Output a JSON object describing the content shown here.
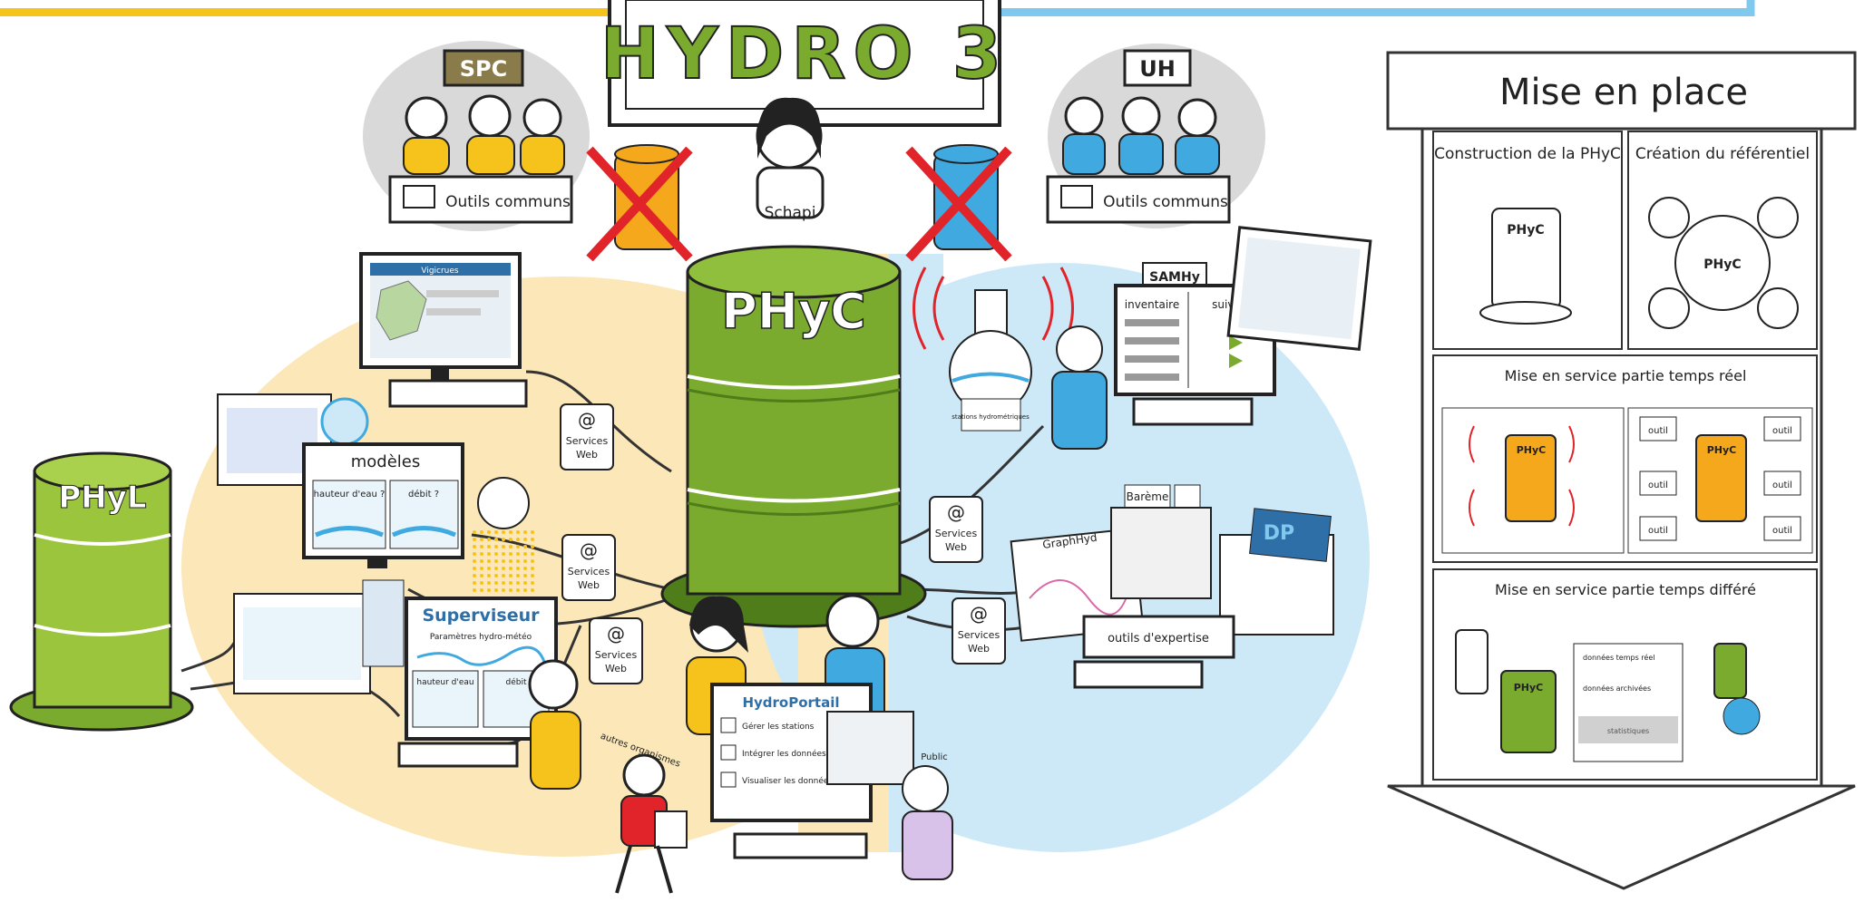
{
  "title": "HYDRO 3",
  "colors": {
    "yellow": "#f6c21c",
    "blue_line": "#7fc9ef",
    "yellow_zone": "#fbe7b7",
    "blue_zone": "#cde9f8",
    "green": "#7aab2f",
    "green_dark": "#4f7d1a",
    "orange_drum": "#f5a81c",
    "blue_drum": "#3fa9e0",
    "cross": "#e0242a",
    "outline": "#222222"
  },
  "central": {
    "phyc": "PHyC",
    "phyl": "PHyL",
    "schapi": "Schapi"
  },
  "groups": {
    "spc": {
      "sign": "SPC",
      "tools": "Outils communs"
    },
    "uh": {
      "sign": "UH",
      "tools": "Outils communs"
    }
  },
  "services": {
    "label_line1": "Services",
    "label_line2": "Web",
    "at": "@"
  },
  "tools": {
    "modeles": "modèles",
    "hauteur_eau": "hauteur d'eau ?",
    "debit": "débit ?",
    "superviseur": "Superviseur",
    "parametres": "Paramètres hydro-météo",
    "hauteur_deau2": "hauteur d'eau",
    "debit2": "débit",
    "samhy": "SAMHy",
    "inventaire": "inventaire",
    "suivi": "suivi",
    "bareme": "Barème",
    "graphhyd": "GraphHyd",
    "dp": "DP",
    "outils_expertise": "outils d'expertise",
    "hydroportail": "HydroPortail",
    "gerer": "Gérer les stations",
    "integrer": "Intégrer les données",
    "visualiser": "Visualiser les données",
    "vigicrues": "Vigicrues",
    "stations": "stations hydrométriques",
    "autres": "autres organismes",
    "public": "Public"
  },
  "side_panel": {
    "title": "Mise en place",
    "cell1": "Construction de la PHyC",
    "cell2": "Création du référentiel",
    "section2": "Mise en service partie temps réel",
    "section3": "Mise en service partie temps différé",
    "outil": "outil",
    "donnees_tr": "données temps réel",
    "donnees_arch": "données archivées",
    "statistiques": "statistiques",
    "mini_phyc": "PHyC"
  }
}
